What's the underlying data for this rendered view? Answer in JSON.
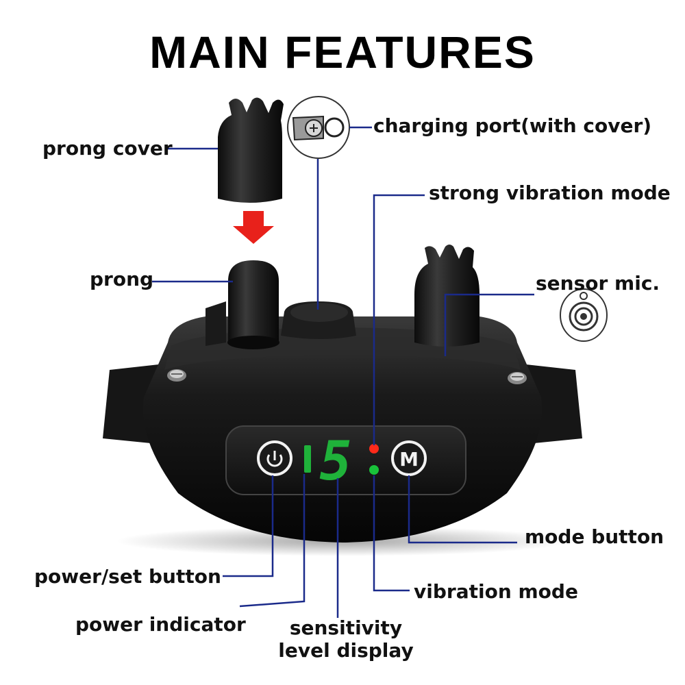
{
  "title": "MAIN FEATURES",
  "labels": {
    "prong_cover": "prong cover",
    "charging_port": "charging port(with cover)",
    "strong_vibration_mode": "strong vibration mode",
    "prong": "prong",
    "sensor_mic": "sensor mic.",
    "mode_button": "mode button",
    "power_set_button": "power/set button",
    "vibration_mode": "vibration mode",
    "power_indicator": "power indicator",
    "sensitivity_line1": "sensitivity",
    "sensitivity_line2": "level display"
  },
  "display": {
    "digit": "5",
    "mode_button_letter": "M"
  },
  "colors": {
    "leader_line": "#1a2a8a",
    "arrow": "#e8211b",
    "led_red": "#ff2a1a",
    "led_green": "#19c23a",
    "display_green": "#1fb23a",
    "device_body": "#141414"
  }
}
